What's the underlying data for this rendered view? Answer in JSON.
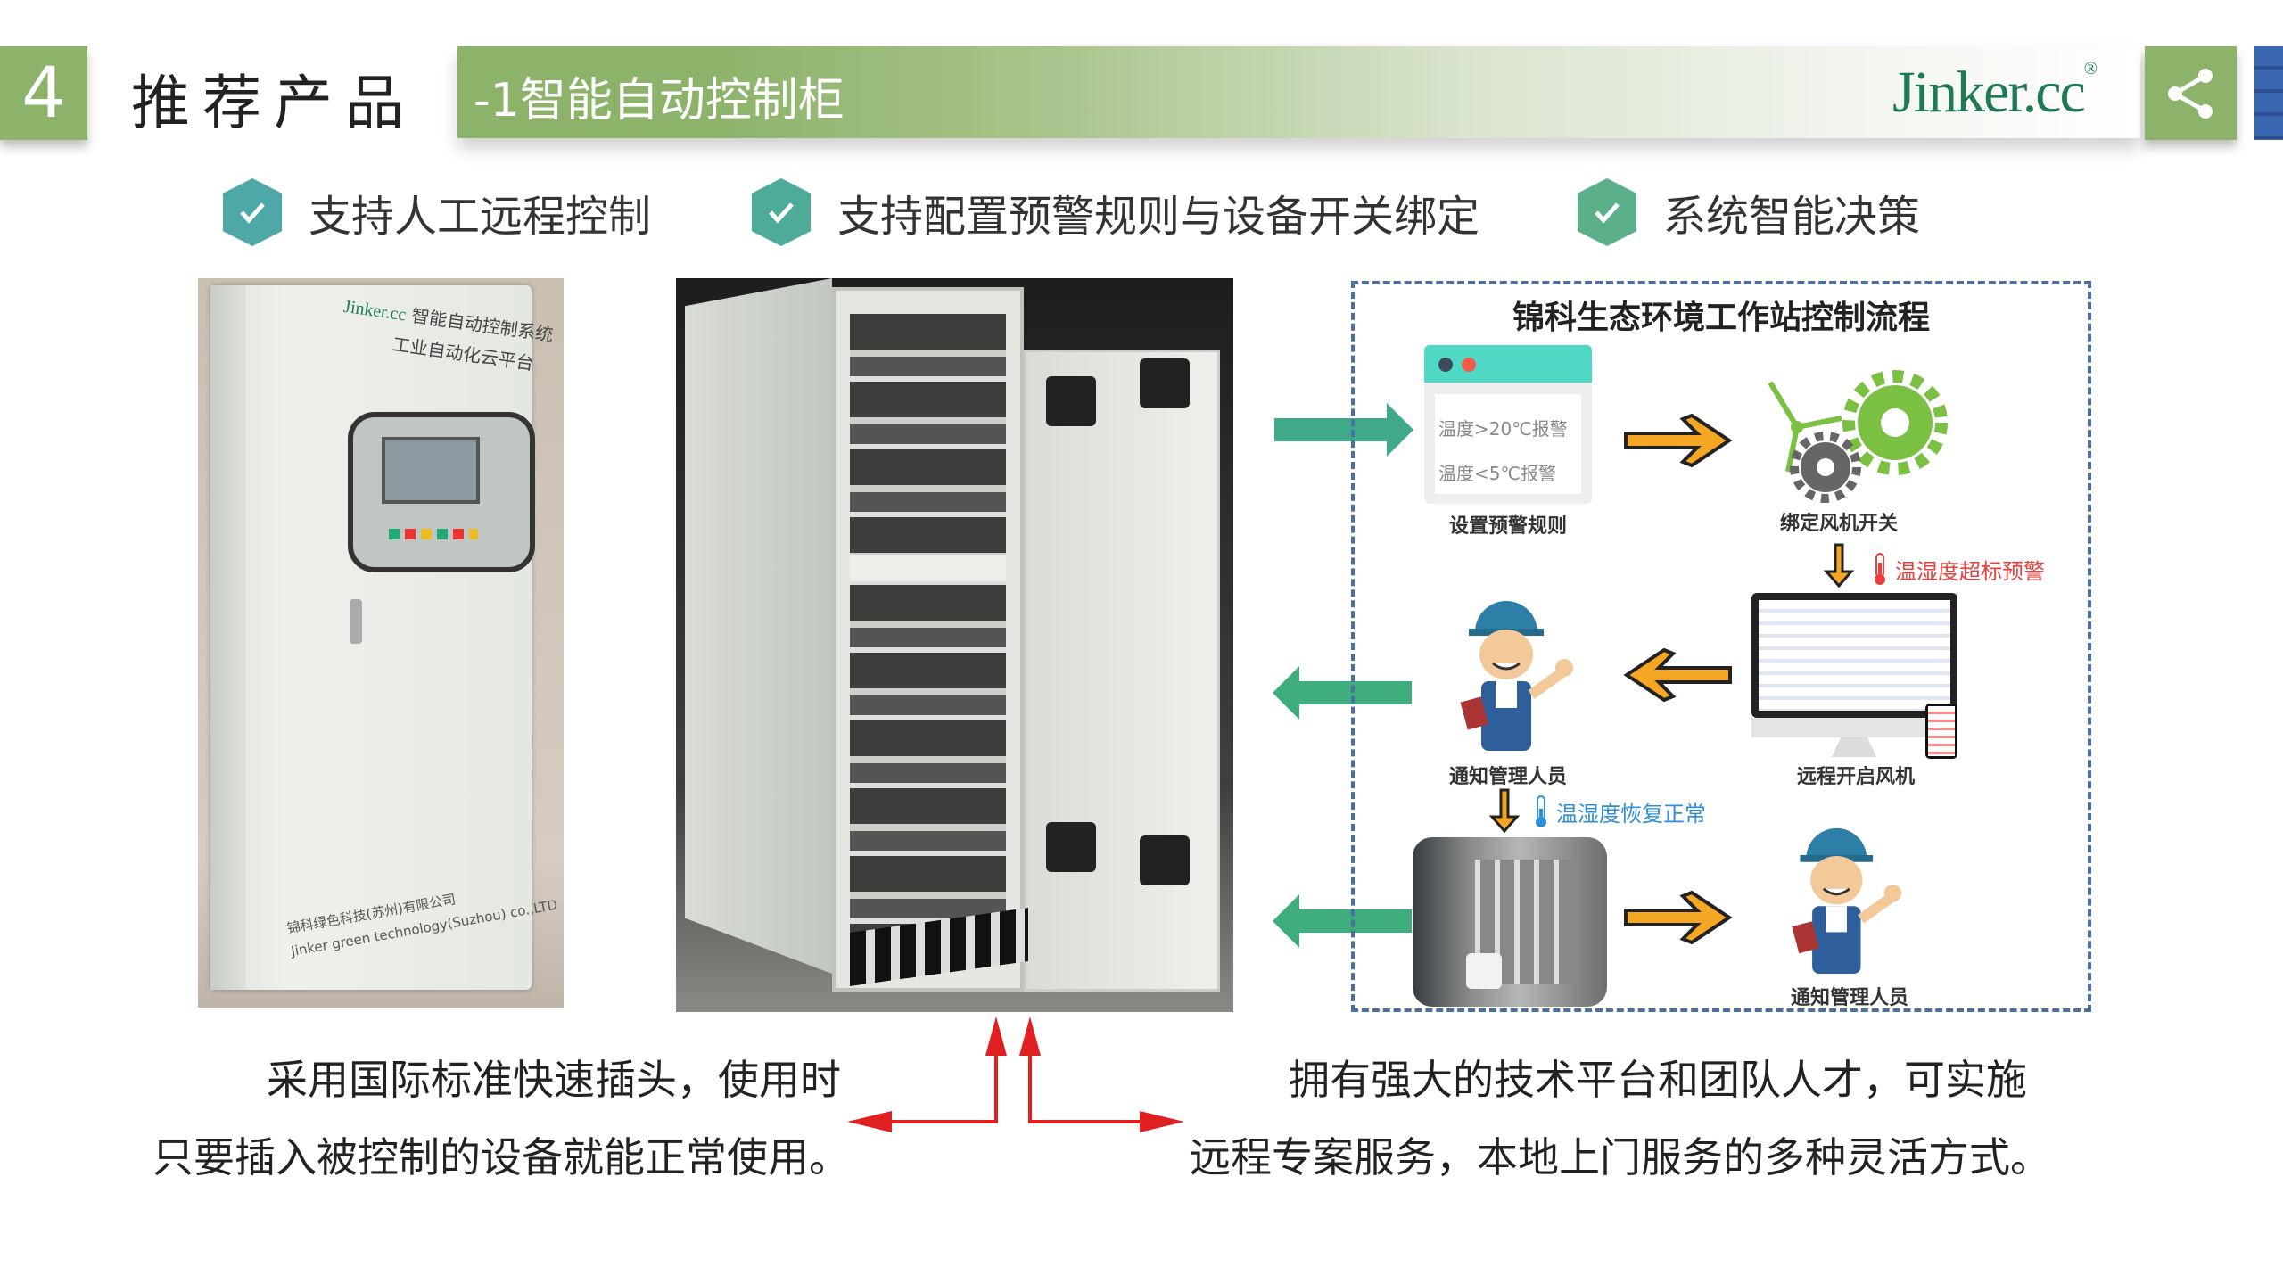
{
  "header": {
    "section_number": "4",
    "section_title": "推荐产品",
    "banner_title": "-1智能自动控制柜",
    "logo_text": "Jinker.cc",
    "logo_mark": "®",
    "share_icon": "share-icon"
  },
  "features": [
    {
      "label": "支持人工远程控制",
      "color": "#4fa8a8"
    },
    {
      "label": "支持配置预警规则与设备开关绑定",
      "color": "#4eab9a"
    },
    {
      "label": "系统智能决策",
      "color": "#5bb08a"
    }
  ],
  "photo1": {
    "brand": "Jinker.cc",
    "line1": "智能自动控制系统",
    "line2": "工业自动化云平台",
    "company_cn": "锦科绿色科技(苏州)有限公司",
    "company_en": "Jinker green technology(Suzhou) co.,LTD"
  },
  "flow": {
    "title": "锦科生态环境工作站控制流程",
    "rule1": "温度>20℃报警",
    "rule2": "温度<5℃报警",
    "step_rules": "设置预警规则",
    "step_bind": "绑定风机开关",
    "alert": "温湿度超标预警",
    "step_remote": "远程开启风机",
    "step_notify1": "通知管理人员",
    "recover": "温湿度恢复正常",
    "step_notify2": "通知管理人员",
    "alert_color": "#e8413c",
    "recover_color": "#2f8fd6"
  },
  "bottom": {
    "left_line1": "采用国际标准快速插头，使用时",
    "left_line2": "只要插入被控制的设备就能正常使用。",
    "right_line1": "拥有强大的技术平台和团队人才，可实施",
    "right_line2": "远程专案服务，本地上门服务的多种灵活方式。"
  }
}
